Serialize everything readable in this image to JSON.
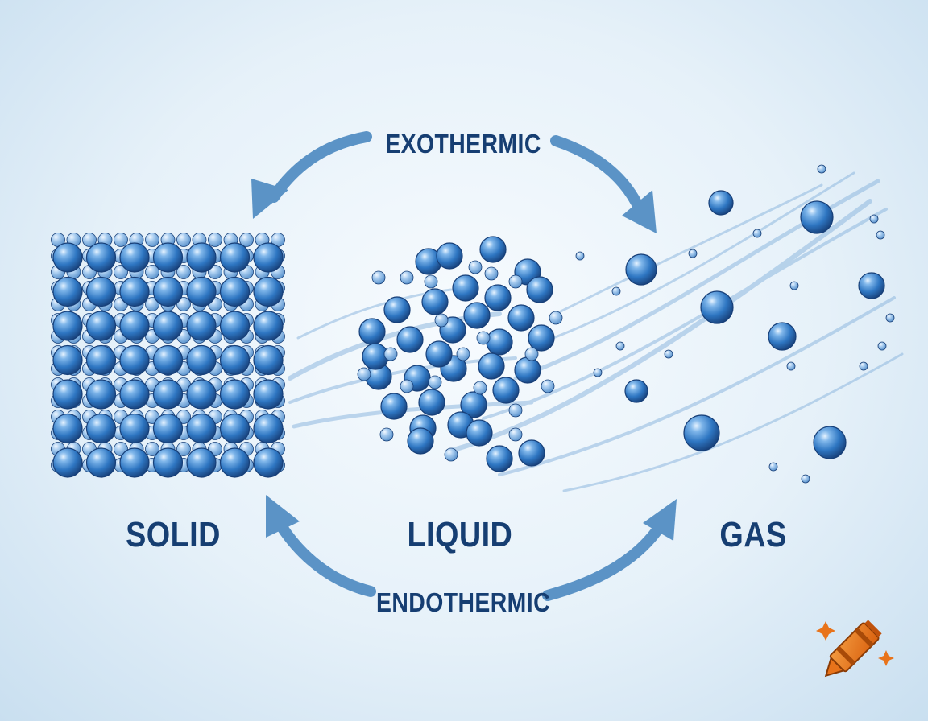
{
  "states": {
    "solid": "SOLID",
    "liquid": "LIQUID",
    "gas": "GAS"
  },
  "processes": {
    "top": "EXOTHERMIC",
    "bottom": "ENDOTHERMIC"
  },
  "colors": {
    "label_text": "#163e72",
    "arrow": "#5b93c6",
    "particle_main": "#2f78c4",
    "particle_dark": "#1d4f8f",
    "logo_crayon": "#e8731a"
  }
}
